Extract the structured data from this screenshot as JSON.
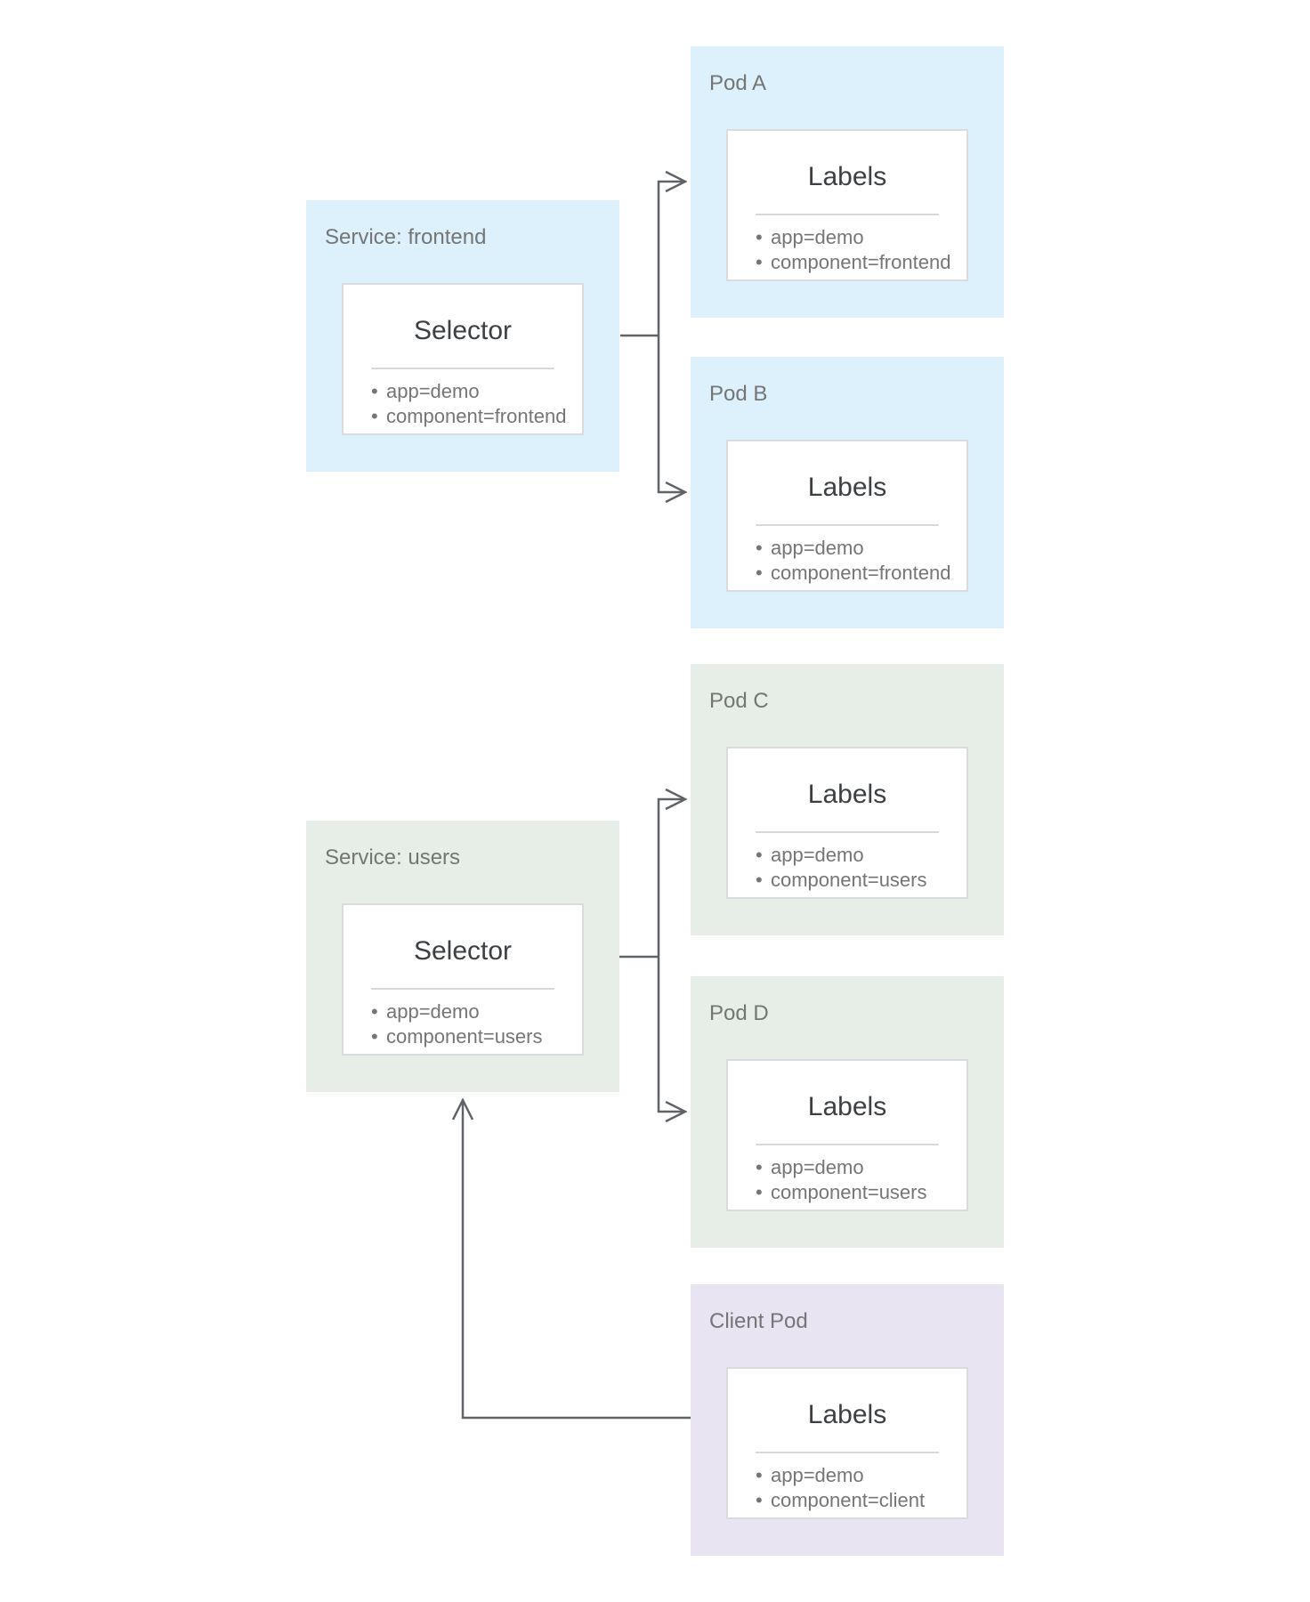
{
  "colors": {
    "blue": "#ddf1fc",
    "green": "#e7eee8",
    "purple": "#e8e4f2",
    "line": "#5f6368",
    "card-border": "#d9dbde",
    "divider": "#d6d8da",
    "label": "#757575",
    "title": "#3c4043",
    "item": "#757575"
  },
  "boxes": [
    {
      "id": "service-frontend",
      "kind": "service",
      "color_key": "blue",
      "label": "Service: frontend",
      "card": {
        "title": "Selector",
        "items": [
          "app=demo",
          "component=frontend"
        ]
      }
    },
    {
      "id": "pod-a",
      "kind": "pod",
      "color_key": "blue",
      "label": "Pod A",
      "card": {
        "title": "Labels",
        "items": [
          "app=demo",
          "component=frontend"
        ]
      }
    },
    {
      "id": "pod-b",
      "kind": "pod",
      "color_key": "blue",
      "label": "Pod B",
      "card": {
        "title": "Labels",
        "items": [
          "app=demo",
          "component=frontend"
        ]
      }
    },
    {
      "id": "service-users",
      "kind": "service",
      "color_key": "green",
      "label": "Service: users",
      "card": {
        "title": "Selector",
        "items": [
          "app=demo",
          "component=users"
        ]
      }
    },
    {
      "id": "pod-c",
      "kind": "pod",
      "color_key": "green",
      "label": "Pod C",
      "card": {
        "title": "Labels",
        "items": [
          "app=demo",
          "component=users"
        ]
      }
    },
    {
      "id": "pod-d",
      "kind": "pod",
      "color_key": "green",
      "label": "Pod D",
      "card": {
        "title": "Labels",
        "items": [
          "app=demo",
          "component=users"
        ]
      }
    },
    {
      "id": "client-pod",
      "kind": "pod",
      "color_key": "purple",
      "label": "Client Pod",
      "card": {
        "title": "Labels",
        "items": [
          "app=demo",
          "component=client"
        ]
      }
    }
  ],
  "connections": [
    {
      "from": "service-frontend",
      "to": "pod-a",
      "style": "arrow"
    },
    {
      "from": "service-frontend",
      "to": "pod-b",
      "style": "arrow"
    },
    {
      "from": "service-users",
      "to": "pod-c",
      "style": "arrow"
    },
    {
      "from": "service-users",
      "to": "pod-d",
      "style": "arrow"
    },
    {
      "from": "client-pod",
      "to": "service-users",
      "style": "arrow"
    }
  ]
}
